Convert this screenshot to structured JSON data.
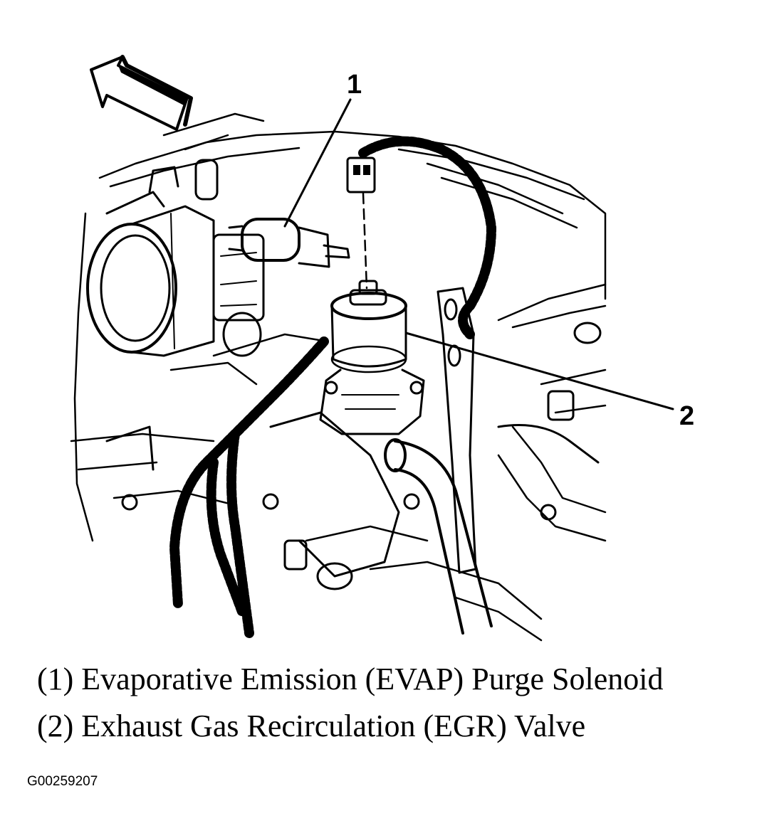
{
  "callouts": {
    "one": "1",
    "two": "2"
  },
  "legend": {
    "item1": "(1) Evaporative Emission (EVAP) Purge Solenoid",
    "item2": "(2) Exhaust Gas Recirculation (EGR) Valve"
  },
  "figure_id": "G00259207",
  "colors": {
    "ink": "#000000",
    "paper": "#ffffff"
  },
  "icons": {
    "direction": "forward-arrow-icon"
  }
}
